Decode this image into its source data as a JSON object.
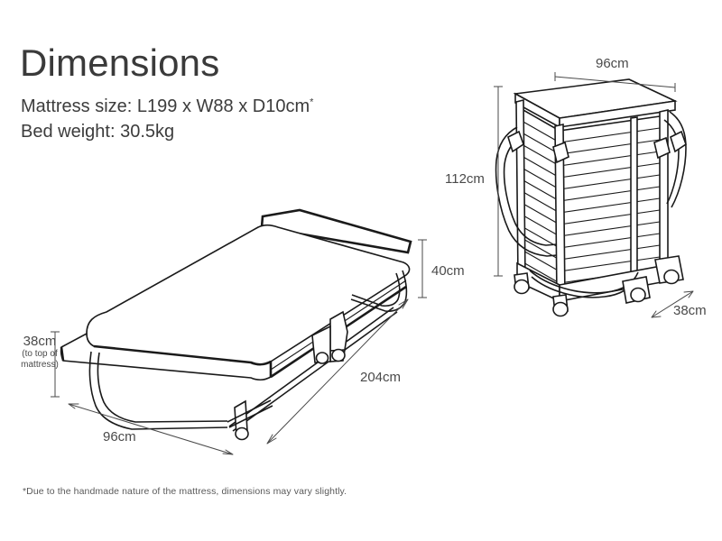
{
  "page": {
    "background_color": "#ffffff",
    "line_color": "#1a1a1a",
    "text_color": "#3c3c3c",
    "dimension_line_color": "#4a4a4a"
  },
  "header": {
    "title": "Dimensions",
    "mattress_size_label": "Mattress size: L199 x W88 x D10cm",
    "mattress_size_asterisk": "*",
    "bed_weight_label": "Bed weight: 30.5kg"
  },
  "footnote": {
    "text": "*Due to the handmade nature of the mattress, dimensions may vary slightly."
  },
  "open_bed": {
    "caption_name": "open-bed-illustration",
    "dimensions": {
      "height_to_mattress": {
        "value": "38cm",
        "note_line_1": "(to top of",
        "note_line_2": "mattress)"
      },
      "head_height": {
        "value": "40cm"
      },
      "length": {
        "value": "204cm"
      },
      "width": {
        "value": "96cm"
      }
    }
  },
  "folded_bed": {
    "caption_name": "folded-bed-illustration",
    "dimensions": {
      "width": {
        "value": "96cm"
      },
      "height": {
        "value": "112cm"
      },
      "depth": {
        "value": "38cm"
      }
    },
    "slat_count": 14
  }
}
